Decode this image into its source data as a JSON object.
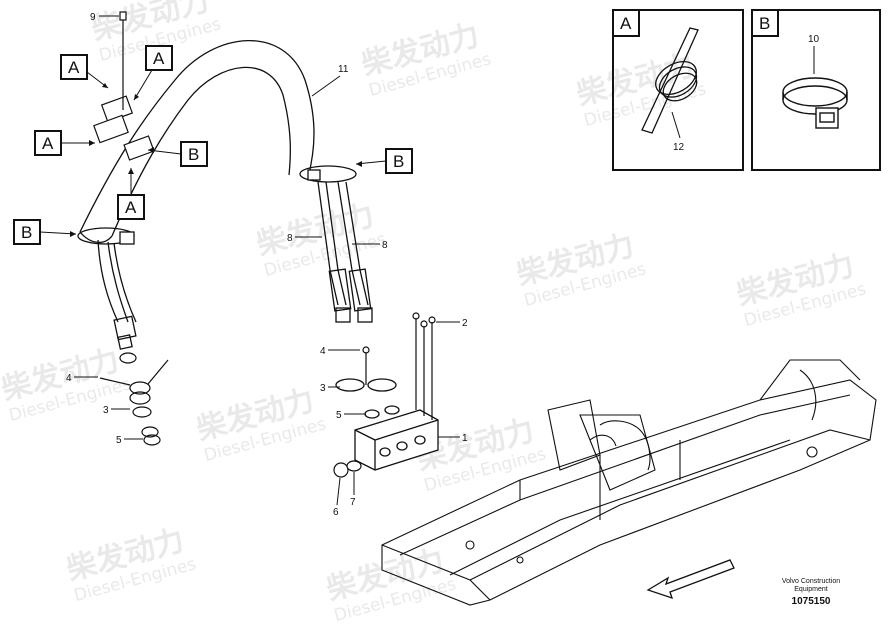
{
  "watermark": {
    "brand_cn": "柴发动力",
    "brand_en": "Diesel-Engines"
  },
  "detail_views": {
    "a": {
      "letter": "A",
      "part_number": "12"
    },
    "b": {
      "letter": "B",
      "part_number": "10"
    }
  },
  "callouts": {
    "a1": "A",
    "a2": "A",
    "a3": "A",
    "a4": "A",
    "b1": "B",
    "b2": "B",
    "b3": "B"
  },
  "part_numbers": {
    "p9": "9",
    "p11": "11",
    "p8_left": "8",
    "p8_right": "8",
    "p2": "2",
    "p4_center": "4",
    "p3_center": "3",
    "p5_center": "5",
    "p1": "1",
    "p6": "6",
    "p7": "7",
    "p4_left": "4",
    "p3_left": "3",
    "p5_left": "5"
  },
  "caption": {
    "line1": "Volvo Construction",
    "line2": "Equipment",
    "drawing_number": "1075150"
  }
}
